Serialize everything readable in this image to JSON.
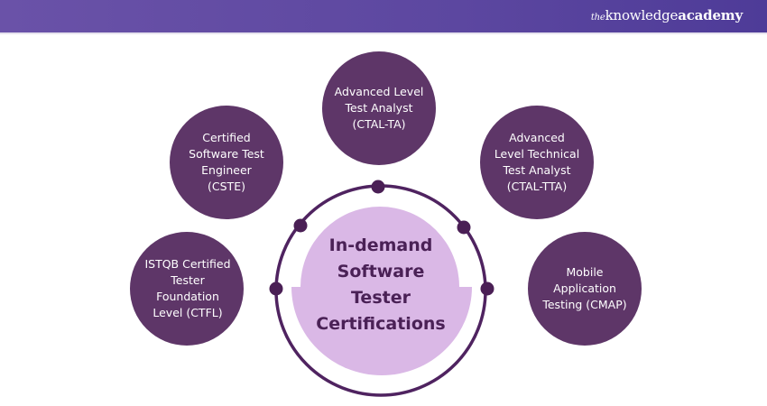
{
  "header": {
    "brand_prefix": "the",
    "brand_main": "knowledge",
    "brand_suffix": "academy"
  },
  "colors": {
    "header_bg": "#5c47a0",
    "satellite_fill": "#5e3668",
    "ring_stroke": "#4f2360",
    "center_fill": "#dab8e6",
    "center_text": "#4a2156"
  },
  "center": {
    "lines": [
      "In-demand",
      "Software",
      "Tester",
      "Certifications"
    ]
  },
  "certifications": [
    {
      "id": "istqb",
      "lines": [
        "ISTQB Certified",
        "Tester",
        "Foundation",
        "Level (CTFL)"
      ]
    },
    {
      "id": "cste",
      "lines": [
        "Certified",
        "Software Test",
        "Engineer",
        "(CSTE)"
      ]
    },
    {
      "id": "ctal-ta",
      "lines": [
        "Advanced Level",
        "Test Analyst",
        "(CTAL-TA)"
      ]
    },
    {
      "id": "ctal-tta",
      "lines": [
        "Advanced",
        "Level Technical",
        "Test Analyst",
        "(CTAL-TTA)"
      ]
    },
    {
      "id": "cmap",
      "lines": [
        "Mobile",
        "Application",
        "Testing (CMAP)"
      ]
    }
  ]
}
